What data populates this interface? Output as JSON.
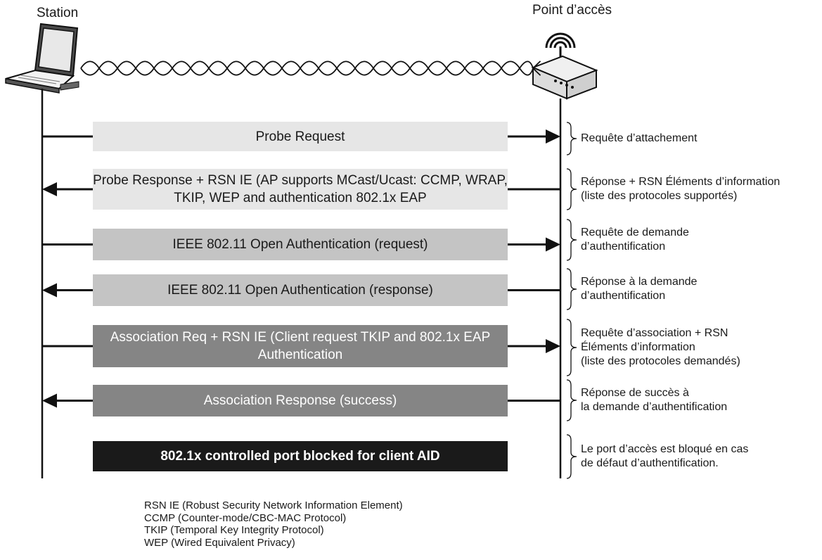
{
  "station_label": "Station",
  "ap_label": "Point d’accès",
  "messages": [
    {
      "text": "Probe Request",
      "direction": "to-ap",
      "bg": "#e6e6e6",
      "fg": "#1a1a1a",
      "bold": false
    },
    {
      "text": "Probe Response + RSN IE (AP supports MCast/Ucast: CCMP, WRAP, TKIP, WEP and authentication 802.1x EAP",
      "direction": "to-station",
      "bg": "#e6e6e6",
      "fg": "#1a1a1a",
      "bold": false
    },
    {
      "text": "IEEE 802.11 Open Authentication (request)",
      "direction": "to-ap",
      "bg": "#c4c4c4",
      "fg": "#1a1a1a",
      "bold": false
    },
    {
      "text": "IEEE 802.11 Open Authentication (response)",
      "direction": "to-station",
      "bg": "#c4c4c4",
      "fg": "#1a1a1a",
      "bold": false
    },
    {
      "text": "Association Req + RSN IE (Client request TKIP and 802.1x EAP Authentication",
      "direction": "to-ap",
      "bg": "#858585",
      "fg": "#ffffff",
      "bold": false
    },
    {
      "text": "Association Response (success)",
      "direction": "to-station",
      "bg": "#858585",
      "fg": "#ffffff",
      "bold": false
    },
    {
      "text": "802.1x controlled port blocked for client AID",
      "direction": "none",
      "bg": "#1a1a1a",
      "fg": "#ffffff",
      "bold": true
    }
  ],
  "notes": [
    "Requête d’attachement",
    "Réponse + RSN Éléments d’information\n(liste des protocoles supportés)",
    "Requête de demande\nd’authentification",
    "Réponse à la demande\nd’authentification",
    "Requête d’association + RSN\nÉléments d’information\n(liste des protocoles demandés)",
    "Réponse de succès à\nla demande d’authentification",
    "Le port d’accès est bloqué en cas\nde défaut d’authentification."
  ],
  "legend": [
    "RSN IE (Robust Security Network Information Element)",
    "CCMP (Counter-mode/CBC-MAC Protocol)",
    "TKIP (Temporal Key Integrity Protocol)",
    "WEP (Wired Equivalent Privacy)"
  ]
}
